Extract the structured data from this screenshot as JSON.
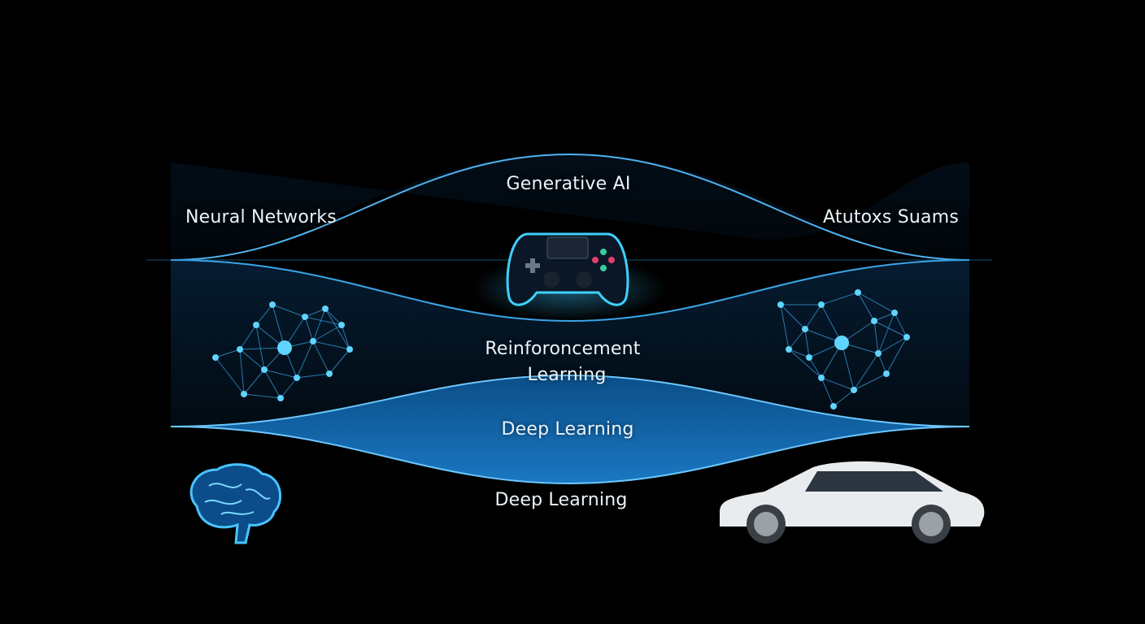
{
  "labels": {
    "generative_ai": "Generative AI",
    "neural_networks": "Neural Networks",
    "autonomous_systems": "Atutoxs Suams",
    "reinforcement_learning_line1": "Reinforoncement",
    "reinforcement_learning_line2": "Learning",
    "deep_learning_band": "Deep Learning",
    "deep_learning_bottom": "Deep Learning"
  },
  "icons": {
    "game_controller": "game-controller-icon",
    "left_network": "neural-network-icon",
    "right_network": "neural-network-icon",
    "brain": "brain-icon",
    "car": "car-icon"
  },
  "colors": {
    "background": "#000000",
    "band_blue": "#1a6fb0",
    "glow_cyan": "#38b8ff",
    "text": "#eaf4fb"
  }
}
